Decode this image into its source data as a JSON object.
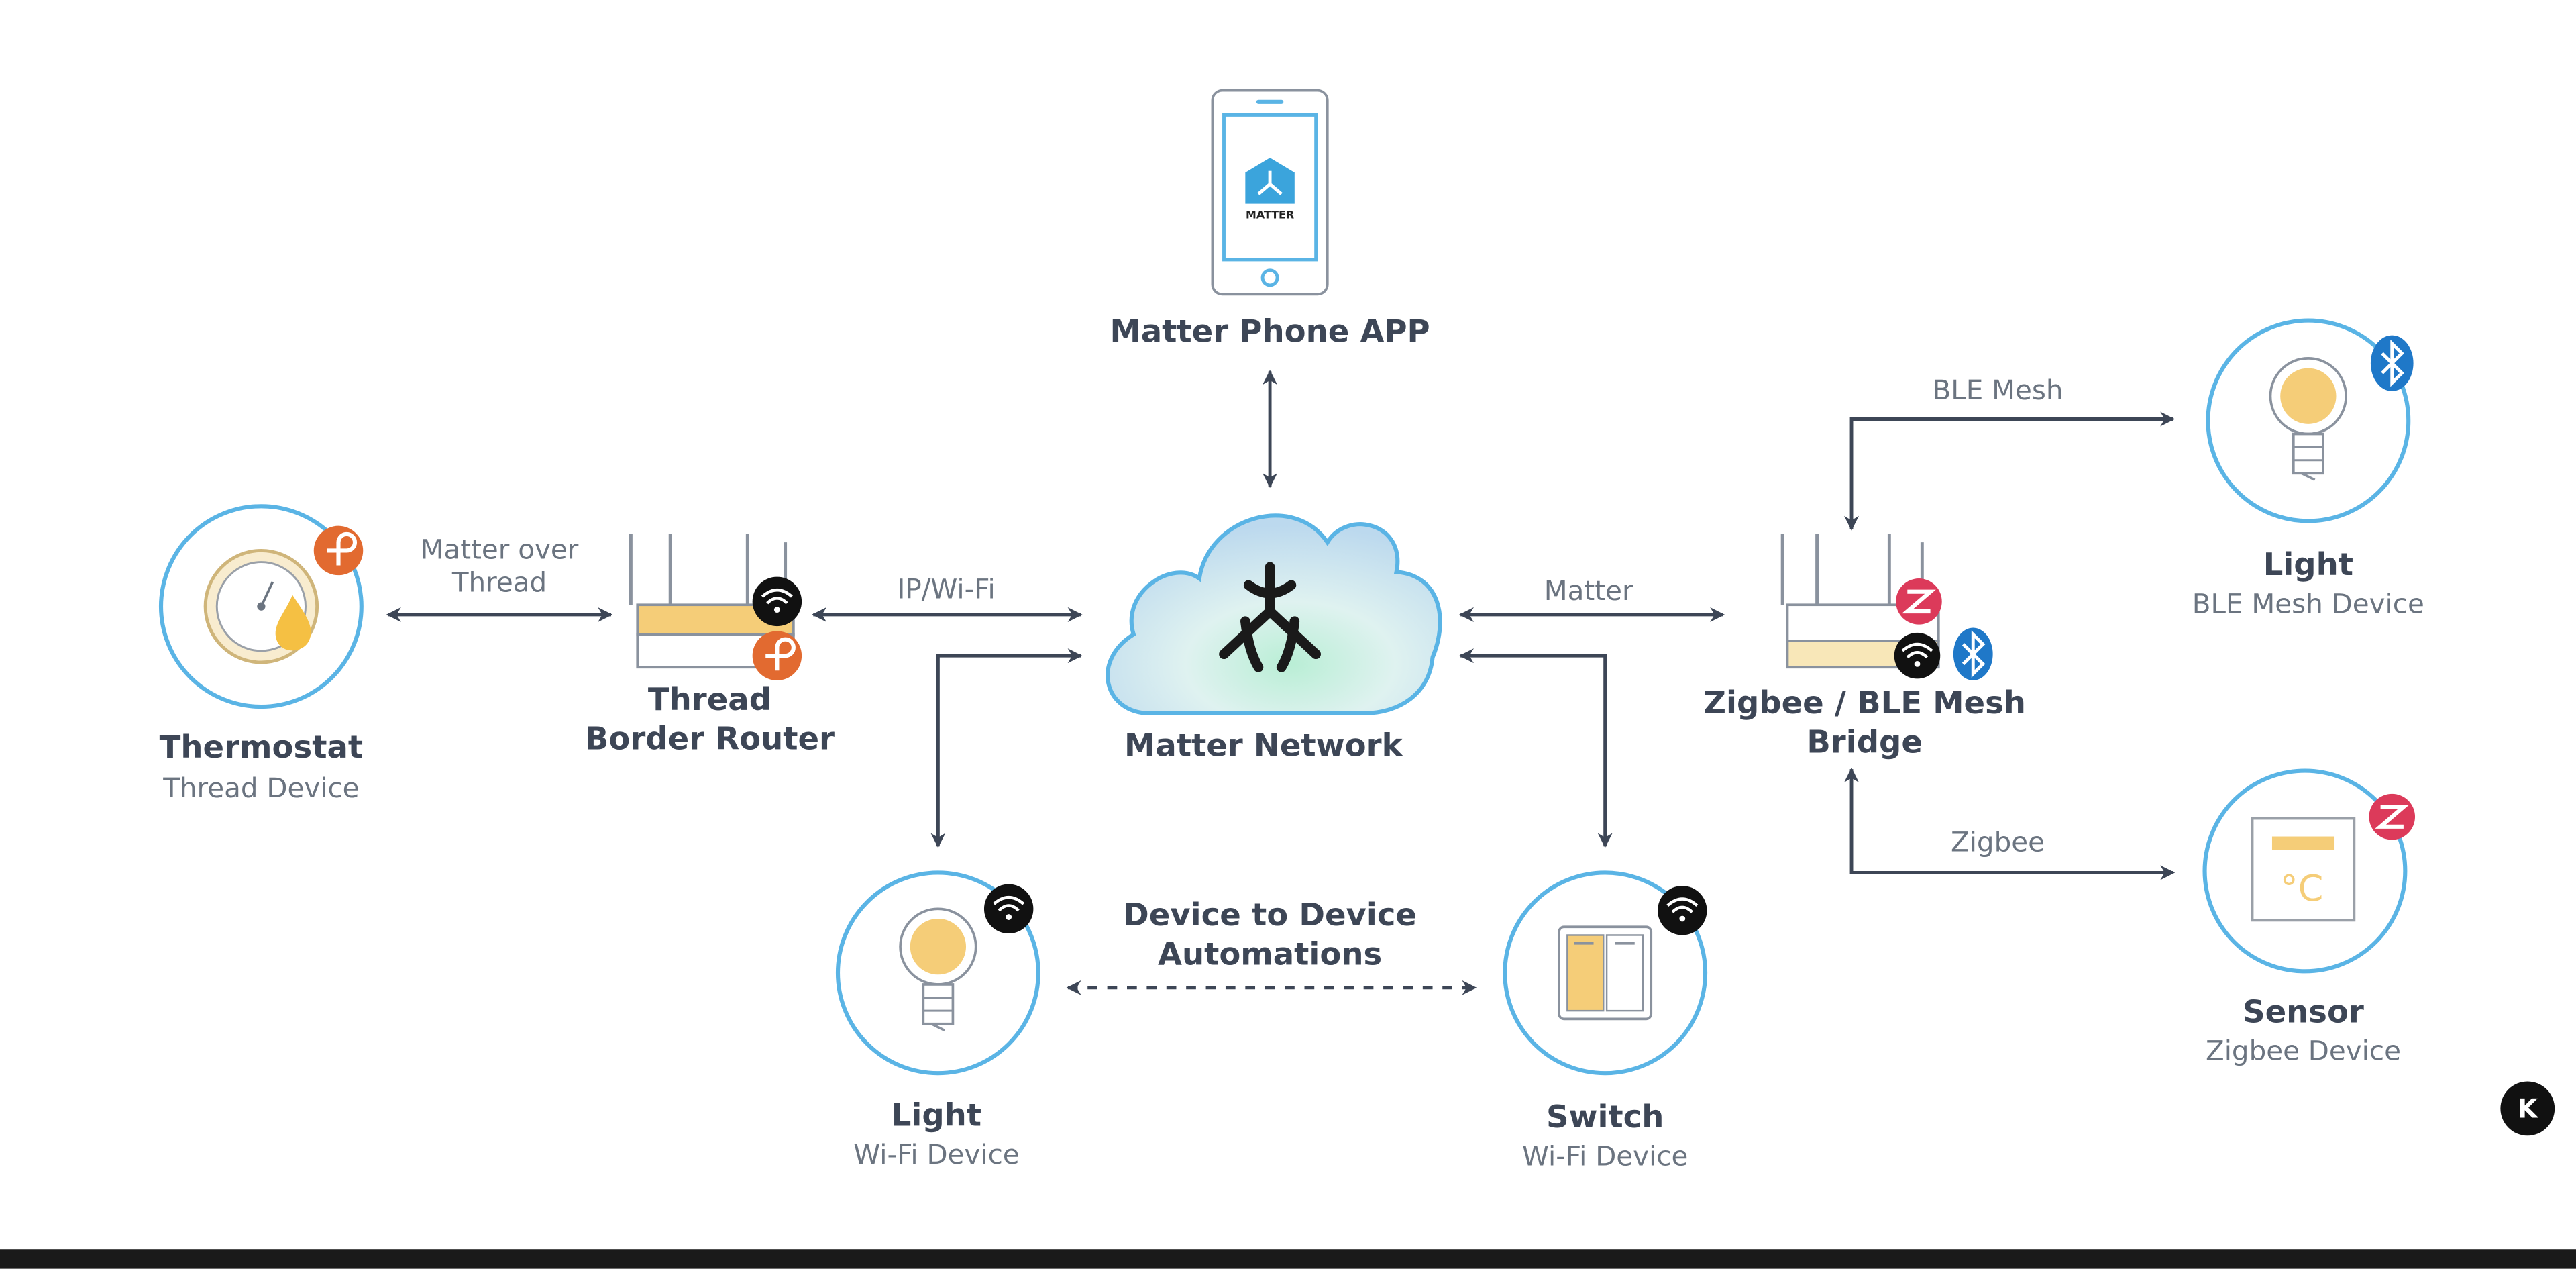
{
  "nodes": {
    "phone": {
      "label": "Matter Phone APP",
      "app_logo": "MATTER"
    },
    "cloud": {
      "label": "Matter Network"
    },
    "thermostat": {
      "label": "Thermostat",
      "sublabel": "Thread Device"
    },
    "thread_router": {
      "label_line1": "Thread",
      "label_line2": "Border Router"
    },
    "zigbee_bridge": {
      "label_line1": "Zigbee / BLE Mesh",
      "label_line2": "Bridge"
    },
    "ble_light": {
      "label": "Light",
      "sublabel": "BLE Mesh Device"
    },
    "zigbee_sensor": {
      "label": "Sensor",
      "sublabel": "Zigbee Device",
      "unit_symbol": "°C"
    },
    "wifi_light": {
      "label": "Light",
      "sublabel": "Wi-Fi Device"
    },
    "wifi_switch": {
      "label": "Switch",
      "sublabel": "Wi-Fi Device"
    }
  },
  "edges": {
    "matter_over_thread_line1": "Matter over",
    "matter_over_thread_line2": "Thread",
    "ip_wifi": "IP/Wi-Fi",
    "matter": "Matter",
    "ble_mesh": "BLE Mesh",
    "zigbee": "Zigbee",
    "automations_line1": "Device to Device",
    "automations_line2": "Automations"
  },
  "colors": {
    "ring": "#5ab4e5",
    "arrow": "#3d4656",
    "accent_yellow": "#f5cd78",
    "thread_orange": "#e26a30",
    "zigbee_red": "#dc3a5a",
    "bluetooth_blue": "#1f78c8",
    "wifi_black": "#111111"
  },
  "icons": [
    "matter-logo-icon",
    "thread-icon",
    "wifi-icon",
    "zigbee-icon",
    "bluetooth-icon",
    "thermostat-icon",
    "bulb-icon",
    "switch-icon",
    "sensor-icon",
    "router-icon",
    "phone-icon",
    "cloud-icon"
  ],
  "corner_logo": "K"
}
